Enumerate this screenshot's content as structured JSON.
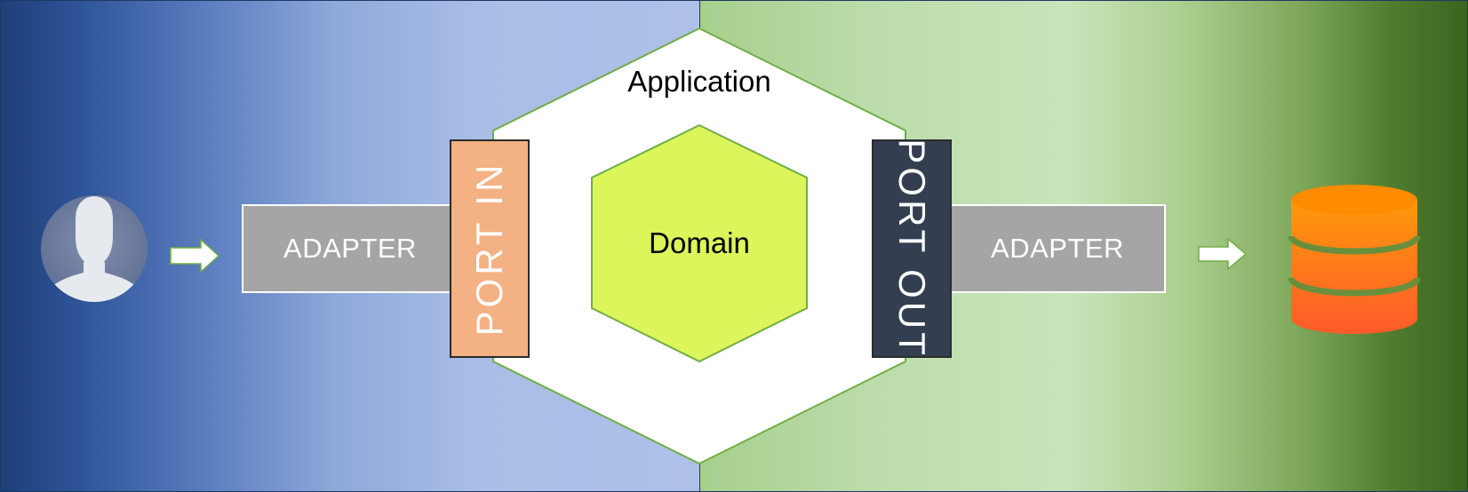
{
  "diagram": {
    "application_label": "Application",
    "domain_label": "Domain",
    "adapter_left_label": "ADAPTER",
    "adapter_right_label": "ADAPTER",
    "port_in_label": "PORT IN",
    "port_out_label": "PORT OUT"
  },
  "icons": {
    "user": "user-icon",
    "arrow_in": "arrow-right-icon",
    "arrow_out": "arrow-right-icon",
    "database": "database-icon"
  },
  "colors": {
    "left_background": "#2f559a",
    "right_background": "#4f7d2e",
    "domain_fill": "#dbf55b",
    "port_in_fill": "#f4b183",
    "port_out_fill": "#333f50",
    "adapter_fill": "#a5a5a5",
    "database_fill": "#ff7a1a"
  }
}
